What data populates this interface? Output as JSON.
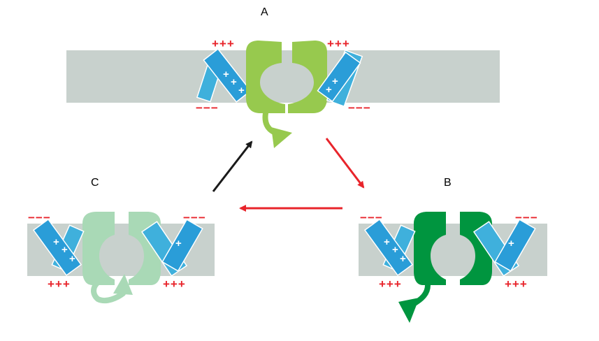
{
  "labels": {
    "a": "A",
    "b": "B",
    "c": "C"
  },
  "charges": {
    "positive": "+++",
    "negative": "−−−",
    "plus": "+"
  },
  "colors": {
    "membrane": "#c8d1cd",
    "sensor_dark": "#2a9dd8",
    "sensor_light": "#3fb0dc",
    "pore_closed": "#97c94e",
    "pore_open": "#00953f",
    "pore_inactivated": "#a9d9b6",
    "arrow_red": "#e8242b",
    "arrow_black": "#1a1a1a"
  }
}
